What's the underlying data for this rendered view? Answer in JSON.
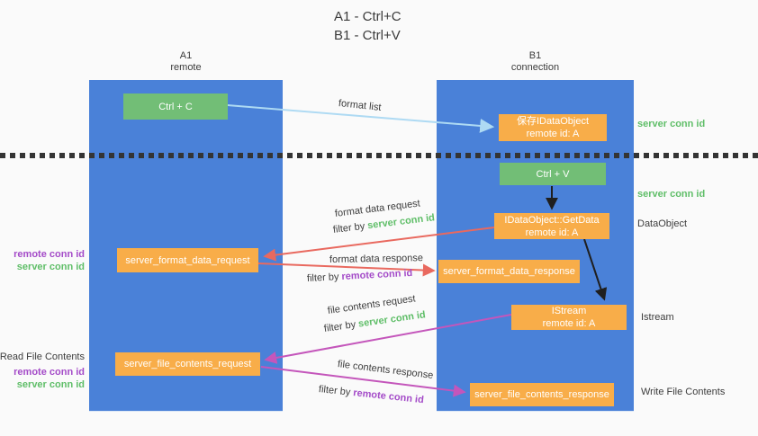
{
  "title": {
    "line1": "A1 - Ctrl+C",
    "line2": "B1 - Ctrl+V"
  },
  "lifelines": {
    "a1": {
      "name": "A1",
      "subtitle": "remote"
    },
    "b1": {
      "name": "B1",
      "subtitle": "connection"
    }
  },
  "nodes": {
    "ctrl_c": {
      "label": "Ctrl + C"
    },
    "save_dataobject": {
      "line1": "保存IDataObject",
      "line2": "remote id: A"
    },
    "ctrl_v": {
      "label": "Ctrl + V"
    },
    "getdata": {
      "line1": "IDataObject::GetData",
      "line2": "remote id: A"
    },
    "format_request": {
      "label": "server_format_data_request"
    },
    "format_response": {
      "label": "server_format_data_response"
    },
    "istream": {
      "line1": "IStream",
      "line2": "remote id: A"
    },
    "file_request": {
      "label": "server_file_contents_request"
    },
    "file_response": {
      "label": "server_file_contents_response"
    }
  },
  "arrow_labels": {
    "format_list": "format list",
    "format_data_request": "format data request",
    "format_data_response": "format data response",
    "file_contents_request": "file contents request",
    "file_contents_response": "file contents response",
    "filter_by": "filter by ",
    "server_conn_id": "server conn id",
    "remote_conn_id": "remote conn id"
  },
  "side_labels": {
    "right_server_conn_1": "server conn id",
    "right_server_conn_2": "server conn id",
    "dataobject": "DataObject",
    "istream": "Istream",
    "write_file_contents": "Write File Contents",
    "read_file_contents": "Read File Contents",
    "left_remote_conn_1": "remote conn id",
    "left_server_conn_1": "server conn id",
    "left_remote_conn_2": "remote conn id",
    "left_server_conn_2": "server conn id"
  },
  "colors": {
    "lifeline_blue": "#4a81d8",
    "action_green": "#72be76",
    "message_orange": "#f8ad49",
    "server_conn_green": "#5fbe68",
    "remote_conn_purple": "#a44bc8",
    "format_arrow_red": "#e9695f",
    "file_arrow_magenta": "#c456bb",
    "format_list_blue": "#aedaf3",
    "text_dark": "#3c3c3c"
  }
}
